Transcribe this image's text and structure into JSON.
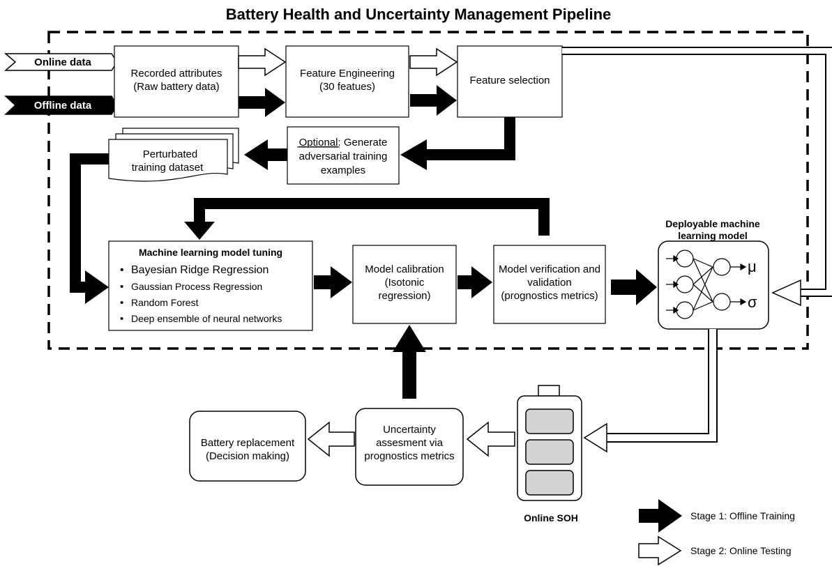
{
  "title": "Battery Health and Uncertainty Management Pipeline",
  "inputs": {
    "online": "Online data",
    "offline": "Offline data"
  },
  "boxes": {
    "recorded": [
      "Recorded attributes",
      "(Raw battery data)"
    ],
    "feature_engineering": [
      "Feature Engineering",
      "(30 featues)"
    ],
    "feature_selection": [
      "Feature selection"
    ],
    "adversarial": {
      "optional_label": "Optional",
      "lines": [
        ": Generate",
        "adversarial training",
        "examples"
      ]
    },
    "perturbated": [
      "Perturbated",
      "training dataset"
    ],
    "ml_tuning": {
      "title": "Machine learning model tuning",
      "items": [
        "Bayesian Ridge Regression",
        "Gaussian Process Regression",
        "Random Forest",
        "Deep ensemble of neural networks"
      ]
    },
    "calibration": [
      "Model calibration",
      "(Isotonic",
      "regression)"
    ],
    "verification": [
      "Model verification and",
      "validation",
      "(prognostics metrics)"
    ],
    "deployable": {
      "title": [
        "Deployable machine",
        "learning model"
      ],
      "outputs": [
        "μ",
        "σ"
      ]
    },
    "uncertainty": [
      "Uncertainty",
      "assesment via",
      "prognostics metrics"
    ],
    "replacement": [
      "Battery replacement",
      "(Decision making)"
    ],
    "online_soh": "Online SOH"
  },
  "legend": {
    "stage1": "Stage 1: Offline Training",
    "stage2": "Stage 2: Online Testing"
  },
  "colors": {
    "offline_arrow": "#000000",
    "online_arrow": "#ffffff",
    "stroke": "#000000"
  }
}
